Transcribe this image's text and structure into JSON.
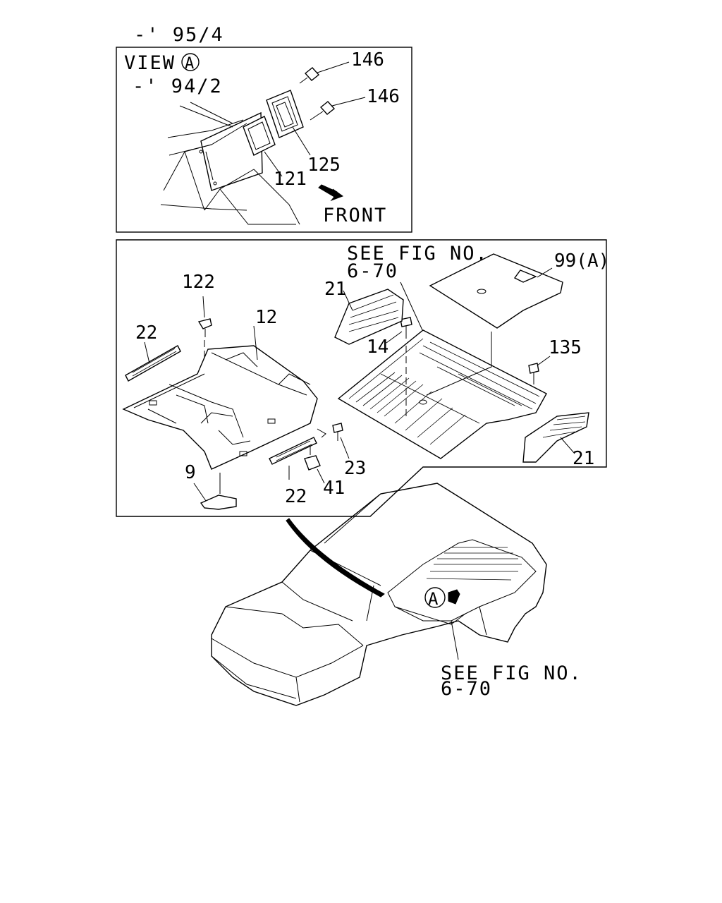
{
  "header": {
    "date_code": "-' 95/4"
  },
  "view_a": {
    "title": "VIEW",
    "circle_letter": "A",
    "date_code": "-' 94/2",
    "front_label": "FRONT",
    "callouts": {
      "bolt_upper": "146",
      "bolt_lower": "146",
      "bracket": "125",
      "pad": "121"
    }
  },
  "main_panel": {
    "see_fig": {
      "line1": "SEE FIG NO.",
      "line2": "6-70"
    },
    "callouts": {
      "mat_99a": "99(A)",
      "clip_122": "122",
      "carpet_12": "12",
      "trim_21_left": "21",
      "trim_21_right": "21",
      "plate_22_left": "22",
      "plate_22_lower": "22",
      "screw_14": "14",
      "clip_135": "135",
      "clip_23": "23",
      "stopper_41": "41",
      "pad_9": "9"
    }
  },
  "vehicle": {
    "circle_letter": "A",
    "see_fig": {
      "line1": "SEE FIG NO.",
      "line2": "6-70"
    }
  }
}
